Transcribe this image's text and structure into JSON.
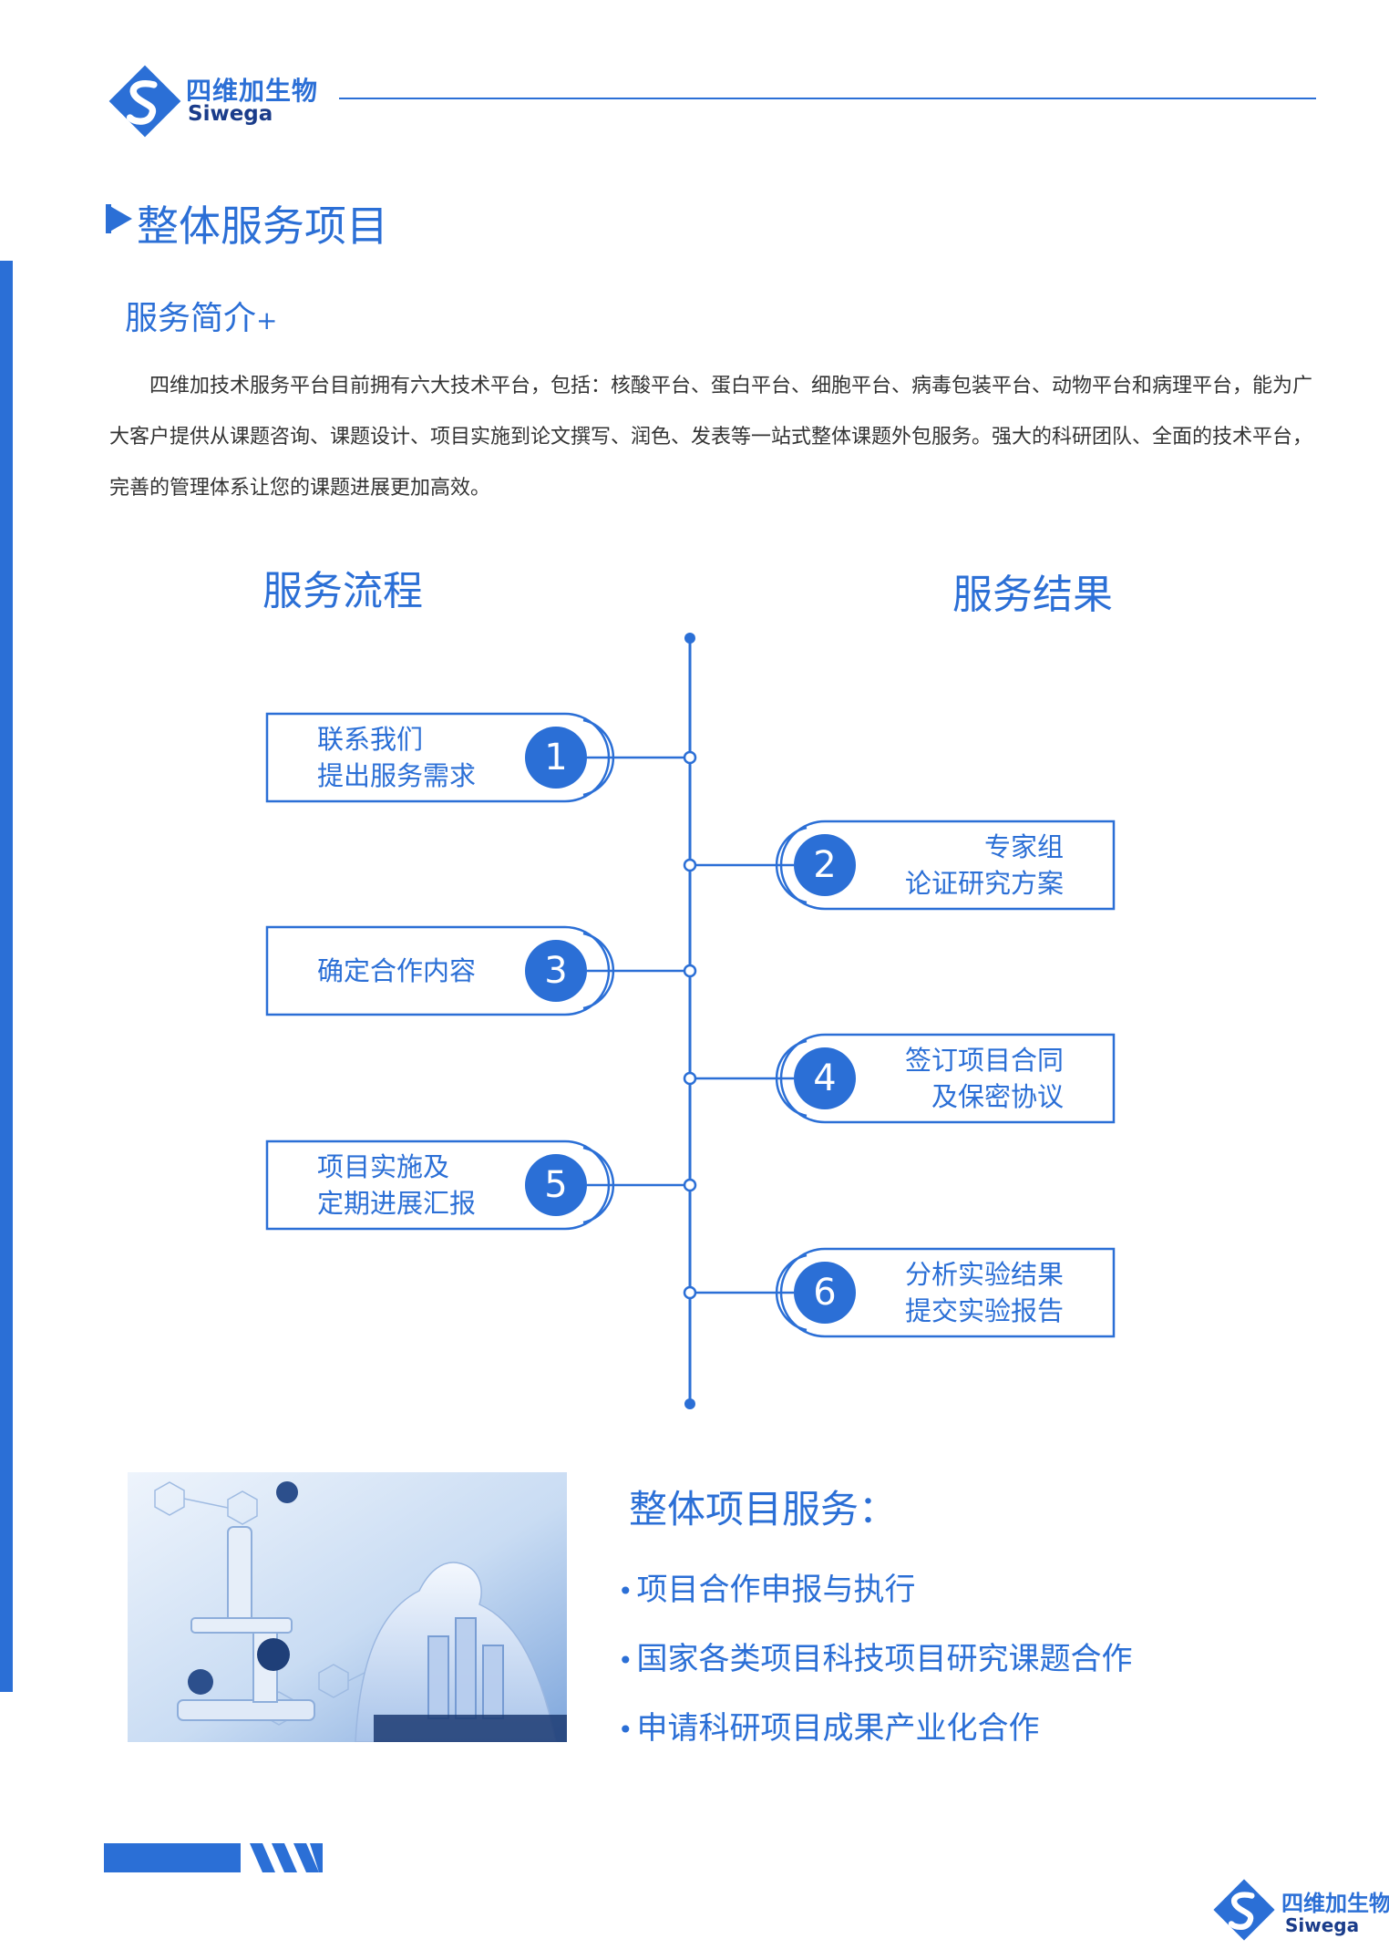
{
  "brand": {
    "name_cn": "四维加生物",
    "name_en": "Siwega",
    "color": "#2b6fd6"
  },
  "page": {
    "title": "整体服务项目"
  },
  "intro": {
    "heading": "服务简介",
    "heading_suffix": "+",
    "text": "四维加技术服务平台目前拥有六大技术平台，包括：核酸平台、蛋白平台、细胞平台、病毒包装平台、动物平台和病理平台，能为广大客户提供从课题咨询、课题设计、项目实施到论文撰写、润色、发表等一站式整体课题外包服务。强大的科研团队、全面的技术平台，完善的管理体系让您的课题进展更加高效。"
  },
  "flow": {
    "left_heading": "服务流程",
    "right_heading": "服务结果",
    "steps": [
      {
        "num": "1",
        "lines": [
          "联系我们",
          "提出服务需求"
        ]
      },
      {
        "num": "2",
        "lines": [
          "专家组",
          "论证研究方案"
        ]
      },
      {
        "num": "3",
        "lines": [
          "确定合作内容"
        ]
      },
      {
        "num": "4",
        "lines": [
          "签订项目合同",
          "及保密协议"
        ]
      },
      {
        "num": "5",
        "lines": [
          "项目实施及",
          "定期进展汇报"
        ]
      },
      {
        "num": "6",
        "lines": [
          "分析实验结果",
          "提交实验报告"
        ]
      }
    ]
  },
  "services": {
    "title": "整体项目服务：",
    "bullet": "•",
    "items": [
      "项目合作申报与执行",
      "国家各类项目科技项目研究课题合作",
      "申请科研项目成果产业化合作"
    ]
  }
}
